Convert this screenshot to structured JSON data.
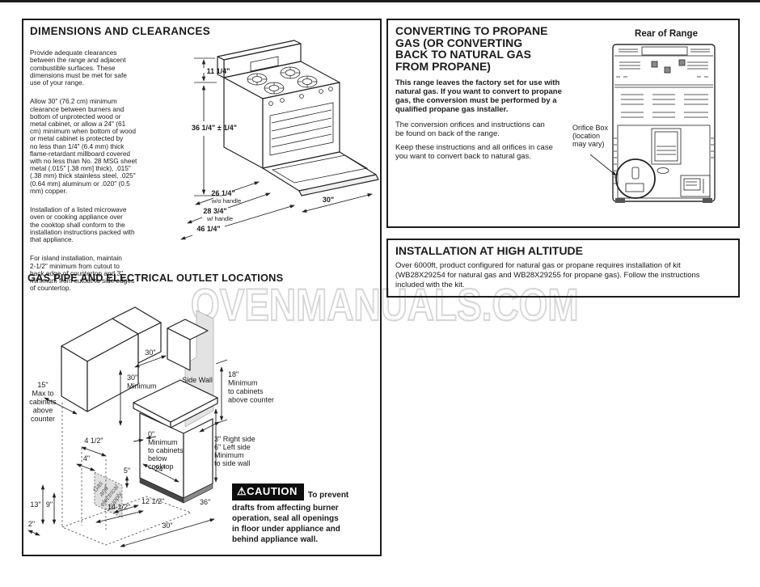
{
  "watermark": "OVENMANUALS.COM",
  "left_panel": {
    "dimensions": {
      "title": "DIMENSIONS AND CLEARANCES",
      "p1": "Provide adequate clearances\nbetween the range and adjacent\ncombustible surfaces. These\ndimensions must be met for safe\nuse of your range.",
      "p2": "Allow 30\" (76.2 cm) minimum\nclearance between burners and\nbottom of unprotected wood or\nmetal cabinet, or allow a 24\" (61\ncm) minimum when bottom of wood\nor metal cabinet is protected by\nno less than 1/4\" (6.4 mm) thick\nflame-retardant millboard covered\nwith no less than No. 28 MSG sheet\nmetal (.015\" [.38 mm] thick), .015\"\n(.38 mm) thick stainless steel, .025\"\n(0.64 mm) aluminum or .020\" (0.5\nmm) copper.",
      "p3": "Installation of a listed microwave\noven or cooking appliance over\nthe cooktop shall conform to the\ninstallation instructions packed with\nthat appliance.",
      "p4": "For island installation, maintain\n2-1/2\" minimum from cutout to\nback edge of countertop and 3\"\nminimum from cutout to side edges\nof countertop."
    },
    "range_diagram": {
      "backguard_height": "11 1/4\"",
      "cooktop_height": "36 1/4\" ± 1/4\"",
      "depth_no_handle": "26 1/4\"",
      "depth_no_handle_note": "w/o handle",
      "depth_handle": "28 3/4\"",
      "depth_handle_note": "w/ handle",
      "depth_door_open": "46 1/4\"",
      "width": "30\""
    },
    "gas_title": "GAS PIPE AND ELECTRICAL OUTLET LOCATIONS",
    "gas_diagram": {
      "max_left": [
        "15\"",
        "Max to",
        "cabinets",
        "above",
        "counter"
      ],
      "gap_top": "30\"",
      "min_vert": [
        "30\"",
        "Minimum"
      ],
      "side_wall": "Side Wall",
      "right_18": [
        "18\"",
        "Minimum",
        "to cabinets",
        "above counter"
      ],
      "zero_min": [
        "0\"",
        "Minimum",
        "to cabinets",
        "below",
        "cooktop"
      ],
      "side_3_6": [
        "3\" Right side",
        "6\" Left side",
        "Minimum",
        "to side wall"
      ],
      "d4_5": "4 1/2\"",
      "d4": "4\"",
      "d5": "5\"",
      "d13": "13\"",
      "d9": "9\"",
      "d2": "2\"",
      "d12_5": "12 1/2\"",
      "d14_5": "14 1/2\"",
      "d24": "24\"",
      "d36": "36\"",
      "d30_floor": "30\"",
      "supply": [
        "Gas",
        "and",
        "electrical",
        "supply"
      ]
    },
    "caution": {
      "icon": "⚠",
      "label": "CAUTION",
      "lead": "To prevent",
      "body": "drafts from affecting burner\noperation, seal all openings\nin floor under appliance and\nbehind appliance wall."
    }
  },
  "right_panel": {
    "converting": {
      "title": "CONVERTING TO PROPANE\nGAS (OR CONVERTING\nBACK TO NATURAL GAS\nFROM PROPANE)",
      "p1_bold": "This range leaves the factory set for use with\nnatural gas. If you want to convert to propane\ngas, the conversion must be performed by a\nqualified propane gas installer.",
      "p2": "The conversion orifices and instructions can\nbe found on back of the range.",
      "p3": "Keep these instructions and all orifices in case\nyou want to convert back to natural gas.",
      "rear_diagram": {
        "title": "Rear of Range",
        "orifice_label": [
          "Orifice Box",
          "(location",
          "may vary)"
        ]
      }
    },
    "altitude": {
      "title": "INSTALLATION AT HIGH ALTITUDE",
      "body": "Over 6000ft, product configured for natural gas or propane requires installation of kit\n(WB28X29254 for natural gas and WB28X29255 for propane gas). Follow the instructions\nincluded with the kit."
    }
  }
}
